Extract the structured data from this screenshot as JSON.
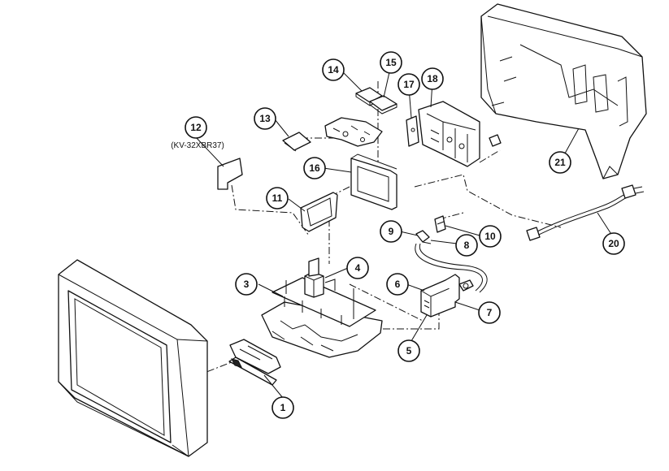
{
  "callouts": {
    "c1": "1",
    "c3": "3",
    "c4": "4",
    "c5": "5",
    "c6": "6",
    "c7": "7",
    "c8": "8",
    "c9": "9",
    "c10": "10",
    "c11": "11",
    "c12": "12",
    "c13": "13",
    "c14": "14",
    "c15": "15",
    "c16": "16",
    "c17": "17",
    "c18": "18",
    "c20": "20",
    "c21": "21"
  },
  "notes": {
    "model_note": "(KV-32XBR37)"
  },
  "colors": {
    "line": "#111111",
    "background": "#ffffff"
  }
}
